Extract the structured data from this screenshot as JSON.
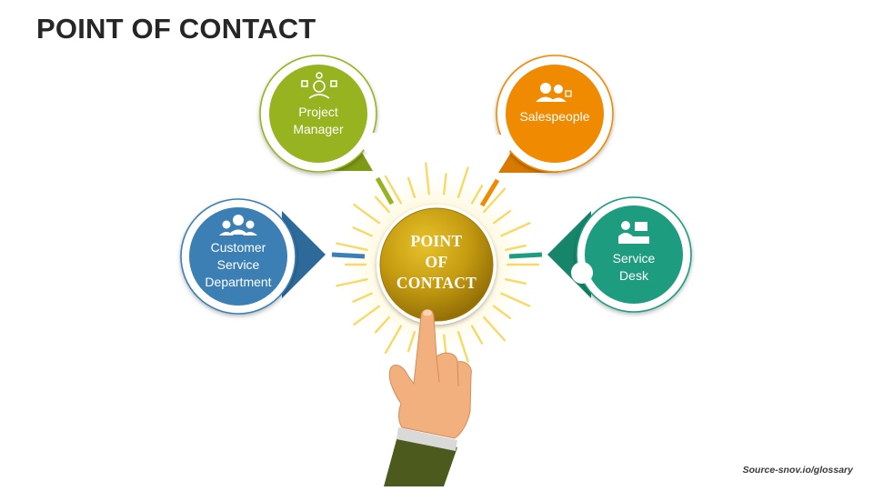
{
  "title": "POINT OF CONTACT",
  "source": "Source-snov.io/glossary",
  "center": {
    "lines": [
      "POINT",
      "OF",
      "CONTACT"
    ]
  },
  "nodes": {
    "project_manager": {
      "lines": [
        "Project",
        "Manager"
      ],
      "icon": "project-manager-icon",
      "color": "#97B31F"
    },
    "salespeople": {
      "lines": [
        "Salespeople"
      ],
      "icon": "salespeople-icon",
      "color": "#F08A00"
    },
    "customer_service": {
      "lines": [
        "Customer",
        "Service",
        "Department"
      ],
      "icon": "customer-service-icon",
      "color": "#3B7FB5"
    },
    "service_desk": {
      "lines": [
        "Service",
        "Desk"
      ],
      "icon": "service-desk-icon",
      "color": "#1E9C80"
    }
  }
}
